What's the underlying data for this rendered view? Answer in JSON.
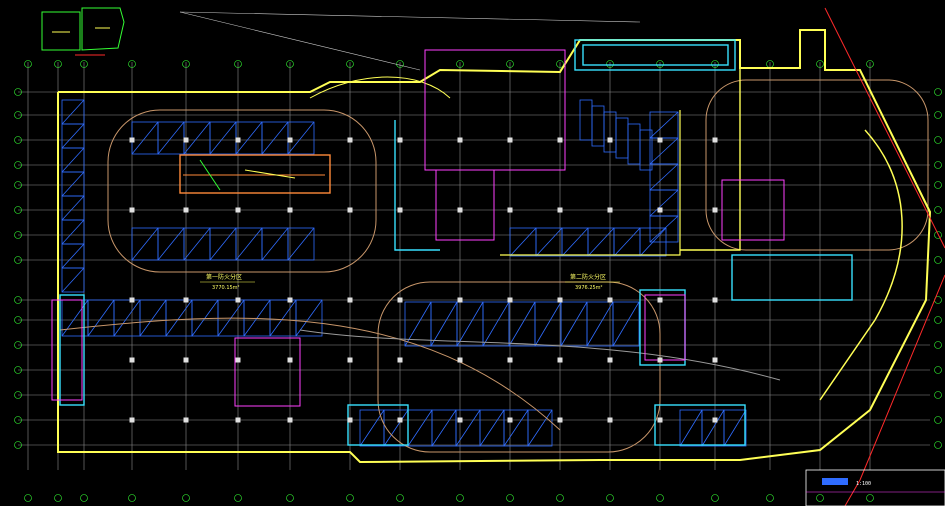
{
  "drawing": {
    "background": "#000000",
    "zone_1_title": "第一防火分区",
    "zone_1_area": "3770.15m²",
    "zone_2_title": "第二防火分区",
    "zone_2_area": "3976.25m²",
    "legend_scale": "1:100"
  },
  "colors": {
    "grid": "#9a9a9a",
    "outer_wall": "#ffff55",
    "parking": "#2f6cff",
    "ramp": "#d2a06a",
    "core": "#ff40ff",
    "cyan": "#38e0ff",
    "green": "#34ff34",
    "red": "#ff2a2a",
    "white": "#ffffff"
  }
}
